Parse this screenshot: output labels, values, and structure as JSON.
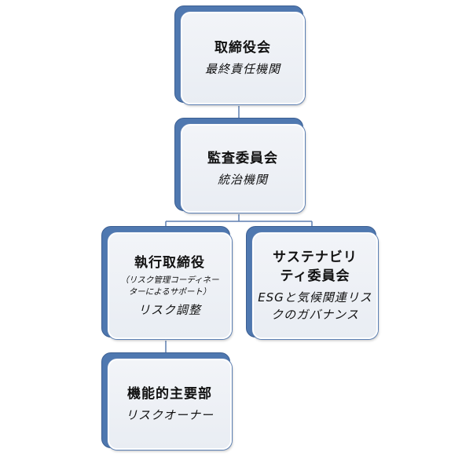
{
  "nodes": {
    "board": {
      "title": "取締役会",
      "subtitle": "最終責任機関"
    },
    "audit": {
      "title": "監査委員会",
      "subtitle": "統治機関"
    },
    "exec": {
      "title": "執行取締役",
      "note_line1": "（リスク管理コーディネー",
      "note_line2": "ターによるサポート）",
      "subtitle": "リスク調整"
    },
    "sustainability": {
      "title_line1": "サステナビリ",
      "title_line2": "ティ委員会",
      "subtitle_line1": "ESGと気候関連リス",
      "subtitle_line2": "クのガバナンス"
    },
    "functional": {
      "title": "機能的主要部",
      "subtitle": "リスクオーナー"
    }
  },
  "colors": {
    "shadow": "#4f78b0",
    "card_fill": "#eef1f6",
    "connector": "#5e7fb0"
  }
}
